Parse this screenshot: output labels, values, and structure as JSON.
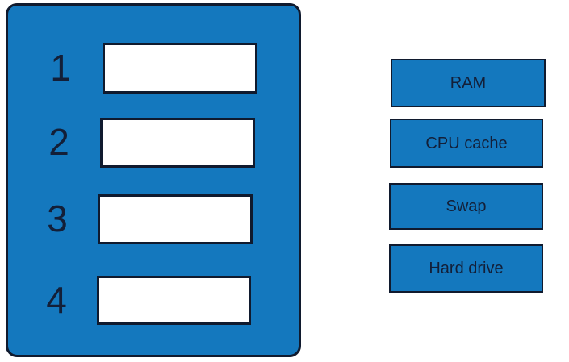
{
  "colors": {
    "panel_blue": "#1478be",
    "border_dark": "#101a2e",
    "slot_white": "#ffffff",
    "text_dark": "#131f38",
    "background": "#ffffff"
  },
  "matching": {
    "slots": [
      {
        "number": "1"
      },
      {
        "number": "2"
      },
      {
        "number": "3"
      },
      {
        "number": "4"
      }
    ],
    "options": [
      {
        "label": "RAM"
      },
      {
        "label": "CPU cache"
      },
      {
        "label": "Swap"
      },
      {
        "label": "Hard drive"
      }
    ]
  }
}
